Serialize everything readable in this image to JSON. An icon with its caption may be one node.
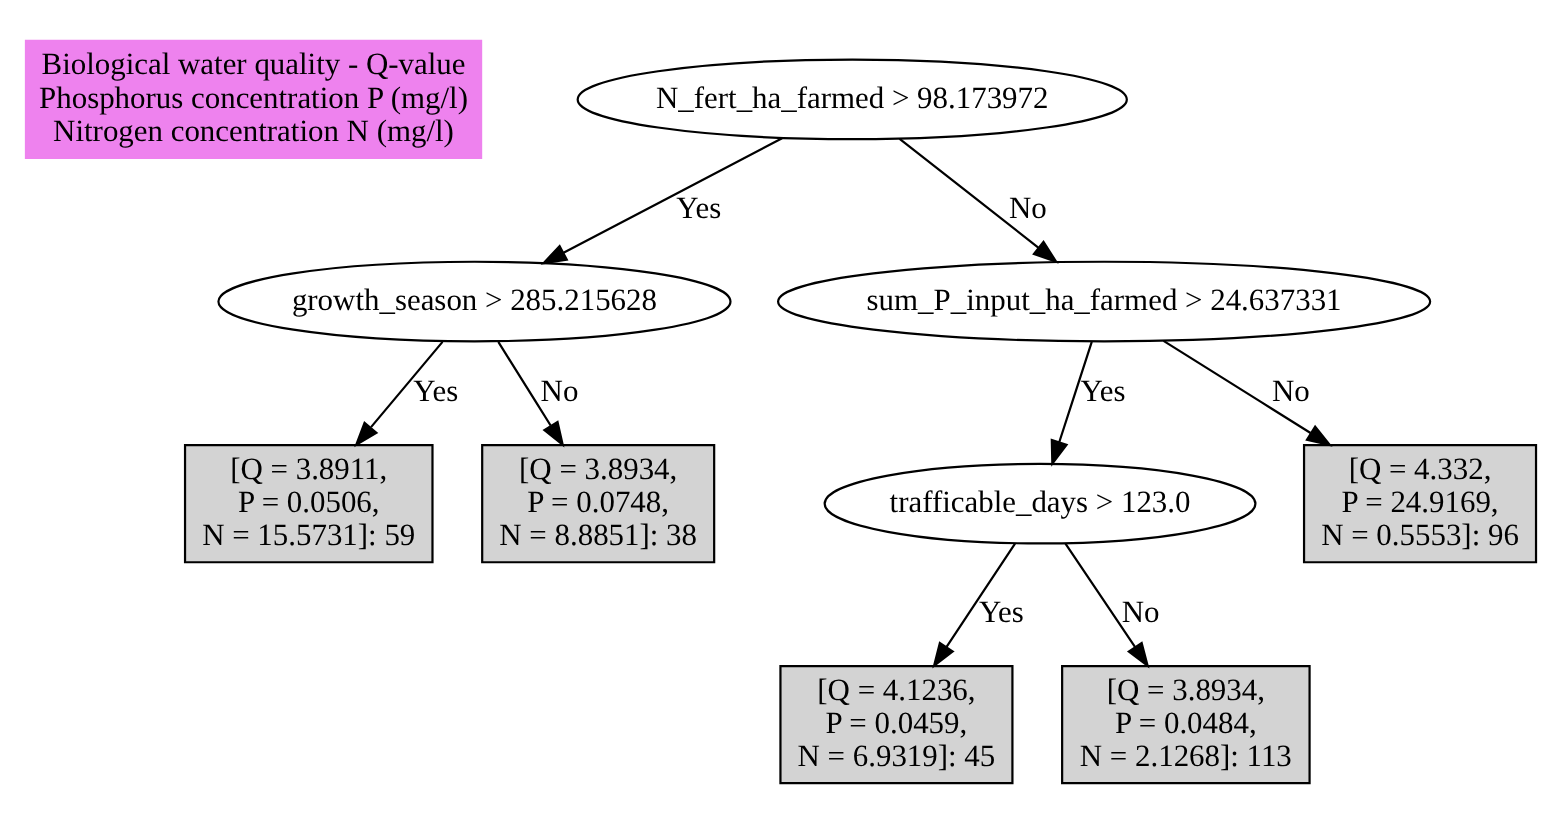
{
  "diagram": {
    "nodes": [
      {
        "text": [
          "Biological water quality - Q-value",
          "Phosphorus concentration P (mg/l)",
          "Nitrogen concentration N (mg/l)"
        ]
      },
      {
        "text": [
          "N_fert_ha_farmed > 98.173972"
        ]
      },
      {
        "text": [
          "growth_season > 285.215628"
        ]
      },
      {
        "text": [
          "sum_P_input_ha_farmed > 24.637331"
        ]
      },
      {
        "text": [
          "[Q = 3.8911, P = 0.0506, N = 15.5731]: 59"
        ]
      },
      {
        "text": [
          "[Q = 3.8934, P = 0.0748, N = 8.8851]: 38"
        ]
      },
      {
        "text": [
          "trafficable_days > 123.0"
        ]
      },
      {
        "text": [
          "[Q = 4.332, P = 24.9169, N = 0.5553]: 96"
        ]
      },
      {
        "text": [
          "[Q = 4.1236, P = 0.0459, N = 6.9319]: 45"
        ]
      },
      {
        "text": [
          "[Q = 3.8934, P = 0.0484, N = 2.1268]: 113"
        ]
      }
    ],
    "edges": [
      {
        "from": 1,
        "to": 2,
        "arrow": "to",
        "label": "Yes"
      },
      {
        "from": 1,
        "to": 3,
        "arrow": "to",
        "label": "No"
      },
      {
        "from": 2,
        "to": 4,
        "arrow": "to",
        "label": "Yes"
      },
      {
        "from": 2,
        "to": 5,
        "arrow": "to",
        "label": "No"
      },
      {
        "from": 3,
        "to": 6,
        "arrow": "to",
        "label": "Yes"
      },
      {
        "from": 3,
        "to": 7,
        "arrow": "to",
        "label": "No"
      },
      {
        "from": 6,
        "to": 8,
        "arrow": "to",
        "label": "Yes"
      },
      {
        "from": 6,
        "to": 9,
        "arrow": "to",
        "label": "No"
      }
    ]
  }
}
